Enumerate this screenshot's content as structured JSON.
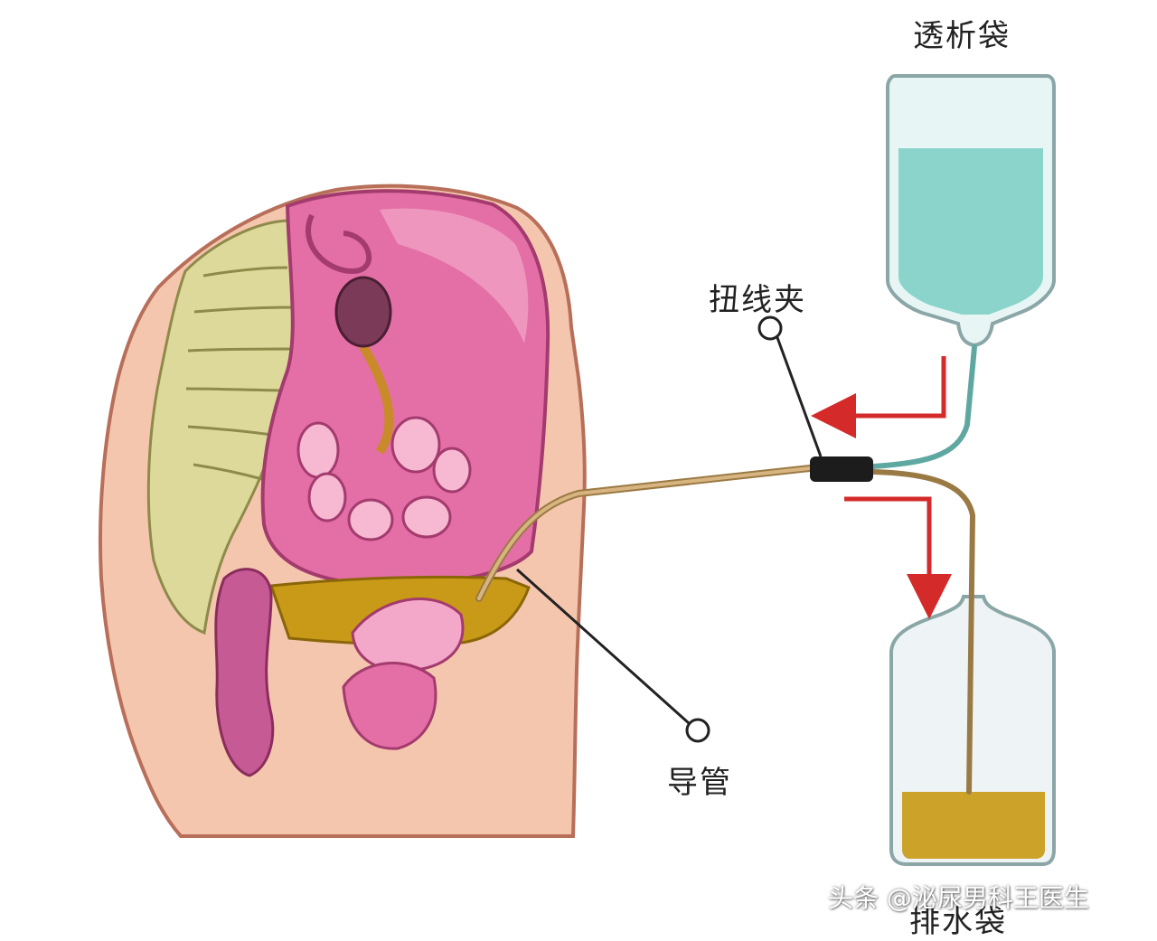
{
  "labels": {
    "dialysis_bag": "透析袋",
    "twist_clamp": "扭线夹",
    "catheter": "导管",
    "drain_bag": "排水袋"
  },
  "watermark": "头条 @泌尿男科王医生",
  "colors": {
    "skin": "#f5c6ae",
    "skin_outline": "#b86f5a",
    "cavity": "#e46fa6",
    "cavity_light": "#f3a7c9",
    "spine": "#dcd99a",
    "dialysate": "#7fd0c6",
    "drained_fluid": "#c99a17",
    "tube": "#c9a36a",
    "arrow": "#d42a2a",
    "clamp": "#1c1c1c"
  }
}
